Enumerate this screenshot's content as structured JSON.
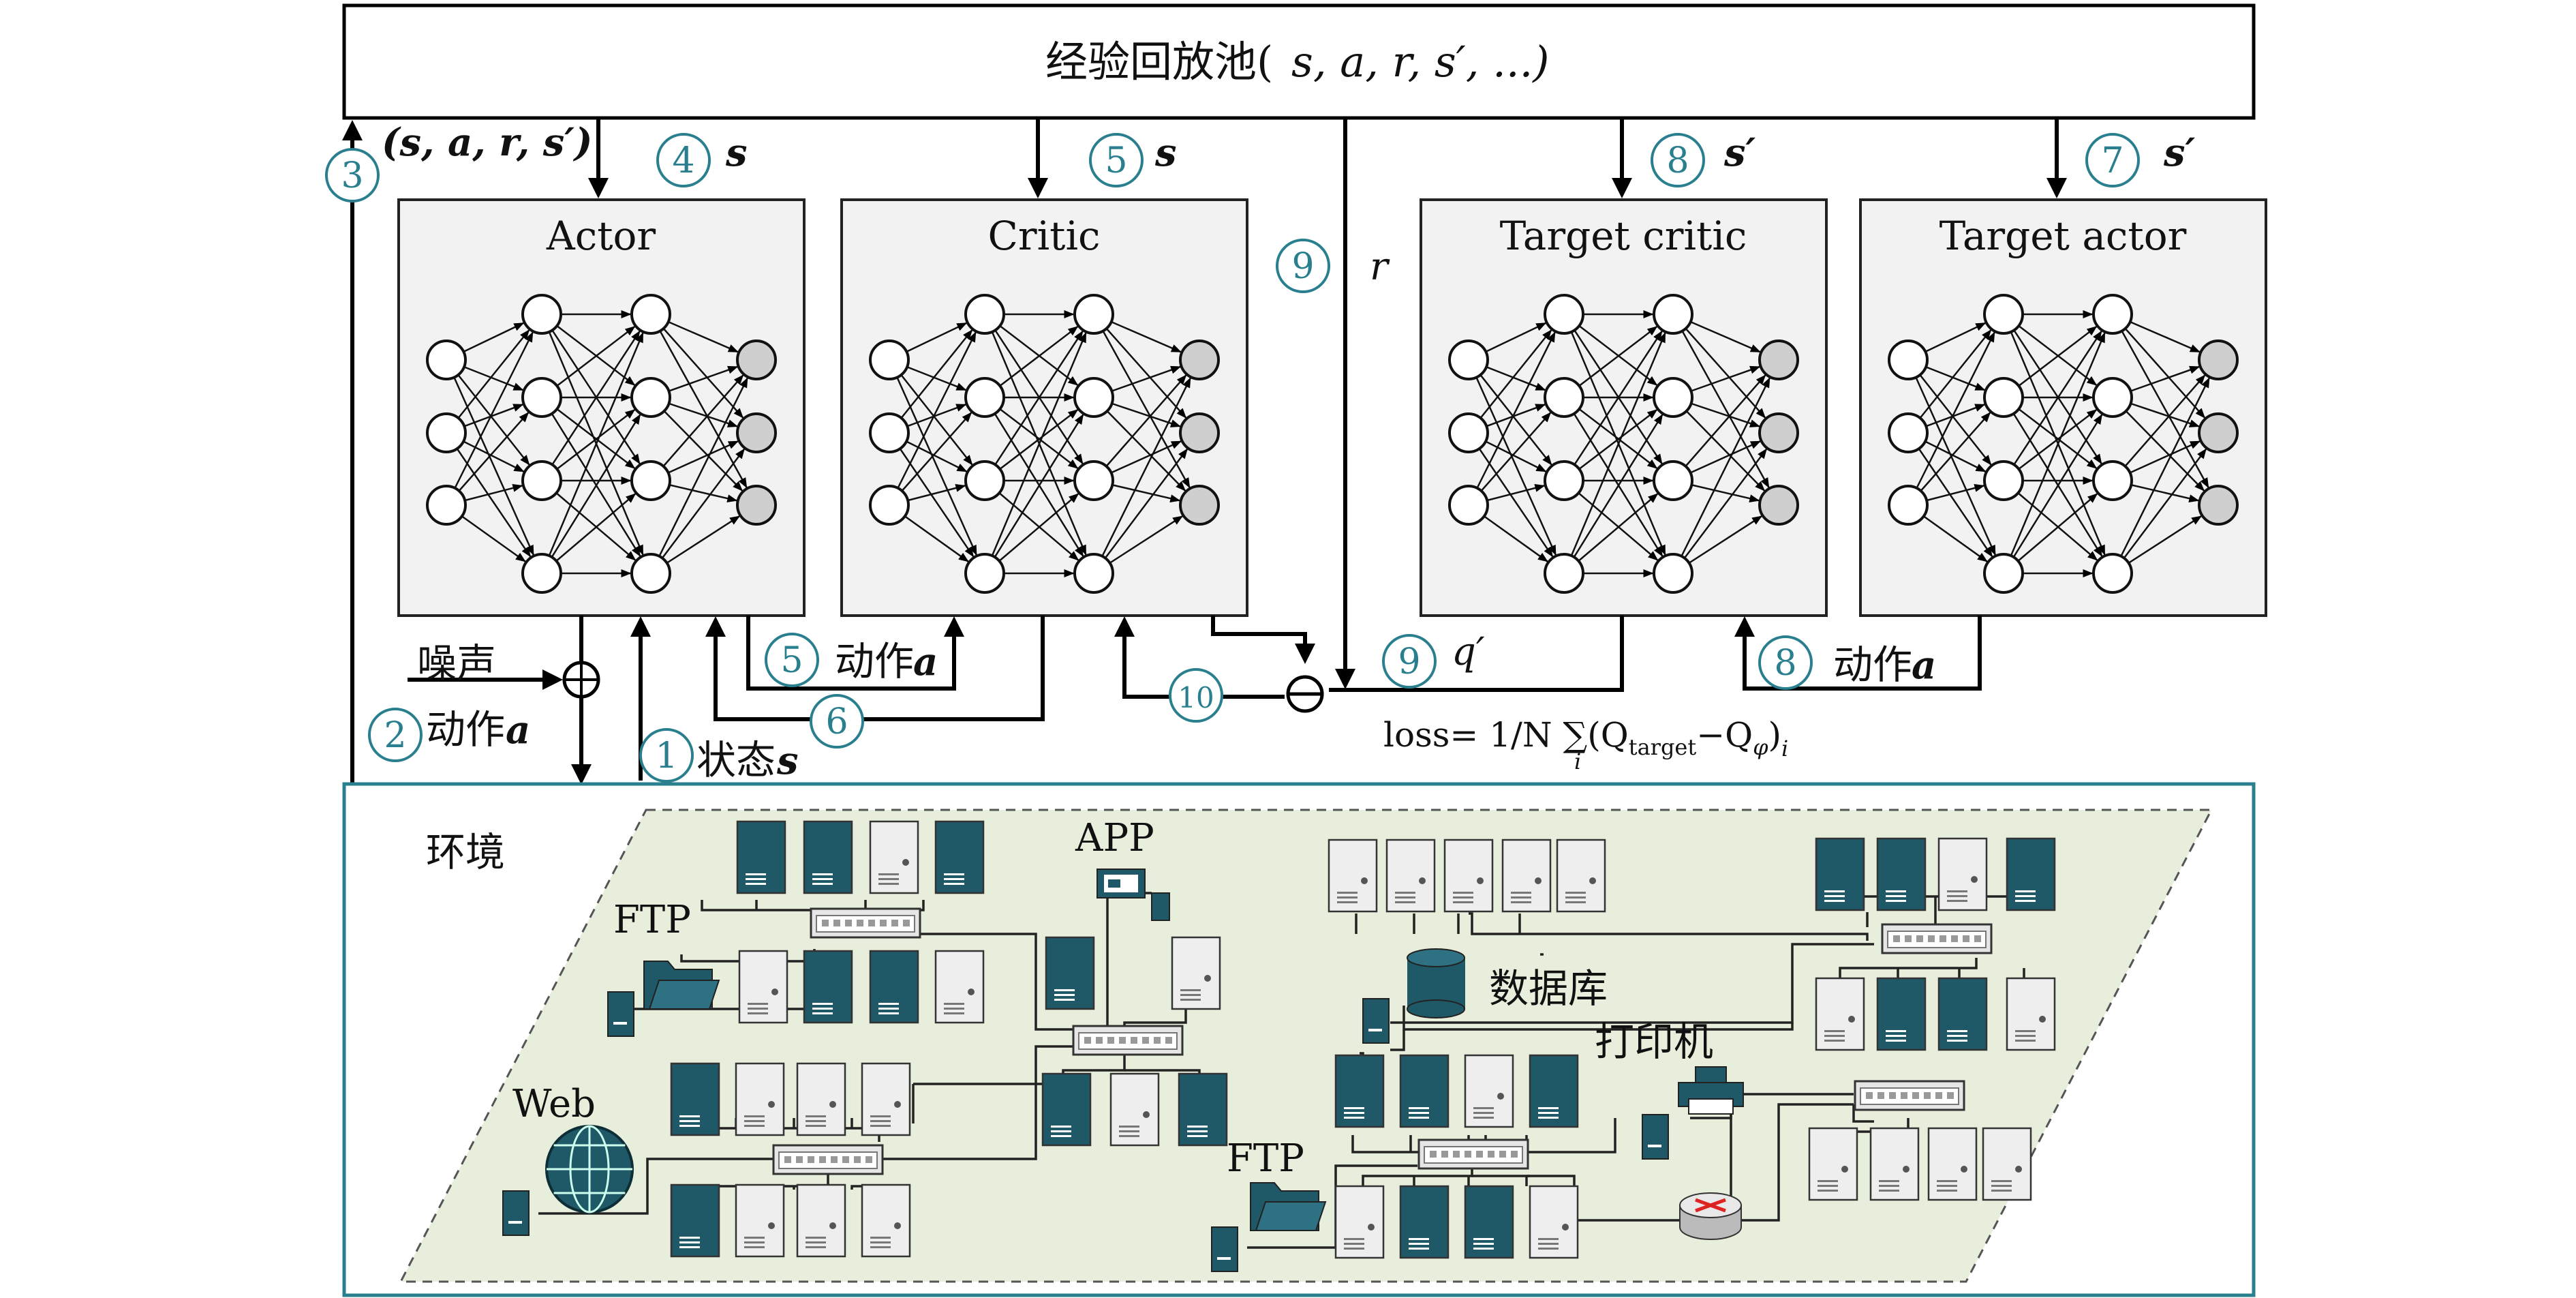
{
  "replay_pool": {
    "title": "经验回放池(",
    "vars": "s, a, r, s′, ...)"
  },
  "networks": [
    {
      "id": "actor",
      "title": "Actor"
    },
    {
      "id": "critic",
      "title": "Critic"
    },
    {
      "id": "target-critic",
      "title": "Target critic"
    },
    {
      "id": "target-actor",
      "title": "Target actor"
    }
  ],
  "labels": {
    "transition": "(s, a, r, s′)",
    "s": "s",
    "s_prime": "s′",
    "r": "r",
    "q_prime": "q′",
    "noise": "噪声",
    "action_a": "动作",
    "a": "a",
    "state_s": "状态",
    "loss": "loss= 1/N ∑(Q",
    "loss_target": "target",
    "loss_mid": "−Q",
    "loss_phi": "φ",
    "loss_end": ")",
    "loss_i": "i",
    "loss_sub_i": "i"
  },
  "steps": [
    "1",
    "2",
    "3",
    "4",
    "5",
    "6",
    "7",
    "8",
    "9",
    "10"
  ],
  "environment": {
    "title": "环境",
    "ftp": "FTP",
    "app": "APP",
    "web": "Web",
    "database": "数据库",
    "printer": "打印机"
  },
  "colors": {
    "teal": "#1f5968",
    "accent": "#2a7f8f",
    "env_fill": "#e8eedc",
    "net_fill": "#f2f2f2"
  }
}
